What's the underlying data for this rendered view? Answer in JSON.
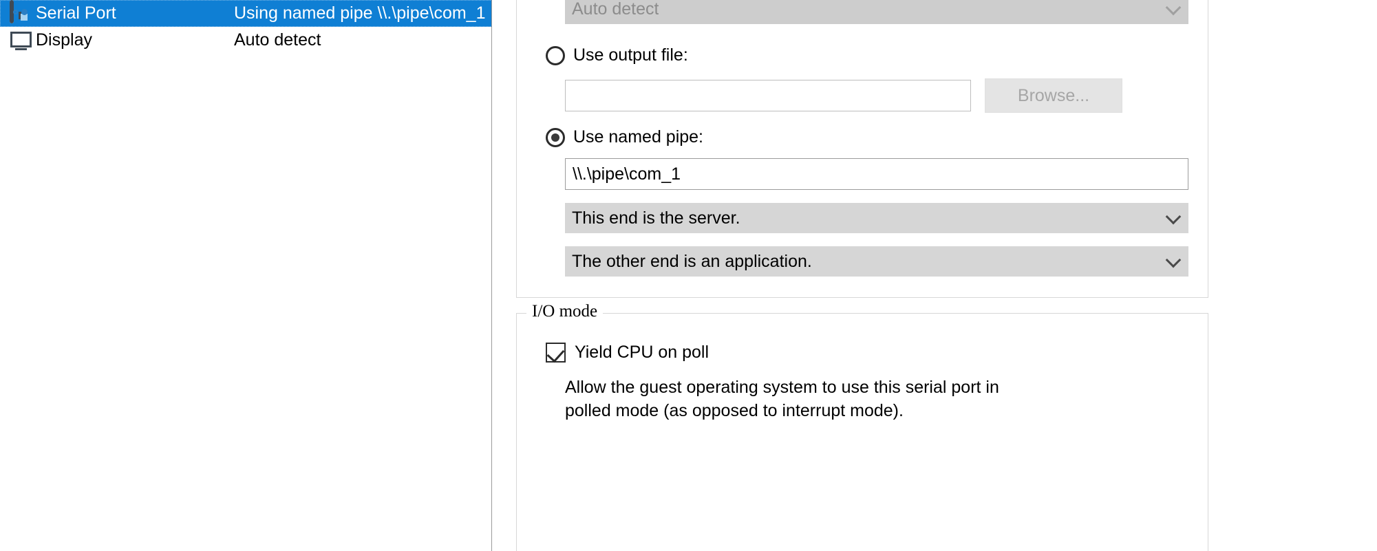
{
  "device_list": {
    "partial_top_item": {
      "icon": "device-icon-partial"
    },
    "items": [
      {
        "icon": "serial-port-icon",
        "name": "Serial Port",
        "summary": "Using named pipe \\\\.\\pipe\\com_1",
        "selected": true
      },
      {
        "icon": "display-icon",
        "name": "Display",
        "summary": "Auto detect",
        "selected": false
      }
    ]
  },
  "settings": {
    "connection_group": {
      "device_status_combo": {
        "value": "Auto detect",
        "disabled": true
      },
      "use_output_file": {
        "label": "Use output file:",
        "checked": false,
        "path_value": "",
        "browse_label": "Browse...",
        "browse_disabled": true
      },
      "use_named_pipe": {
        "label": "Use named pipe:",
        "checked": true,
        "pipe_value": "\\\\.\\pipe\\com_1",
        "end_role_combo": "This end is the server.",
        "other_end_combo": "The other end is an application."
      }
    },
    "io_mode_group": {
      "title": "I/O mode",
      "yield_cpu": {
        "label": "Yield CPU on poll",
        "checked": true
      },
      "description": "Allow the guest operating system to use this serial port in polled mode (as opposed to interrupt mode)."
    }
  },
  "colors": {
    "selection_blue": "#0f7fd4",
    "combo_grey": "#d6d6d6",
    "combo_disabled_grey": "#cdcdcd",
    "button_grey": "#e4e4e4",
    "icon_accent": "#2b7fc4"
  }
}
